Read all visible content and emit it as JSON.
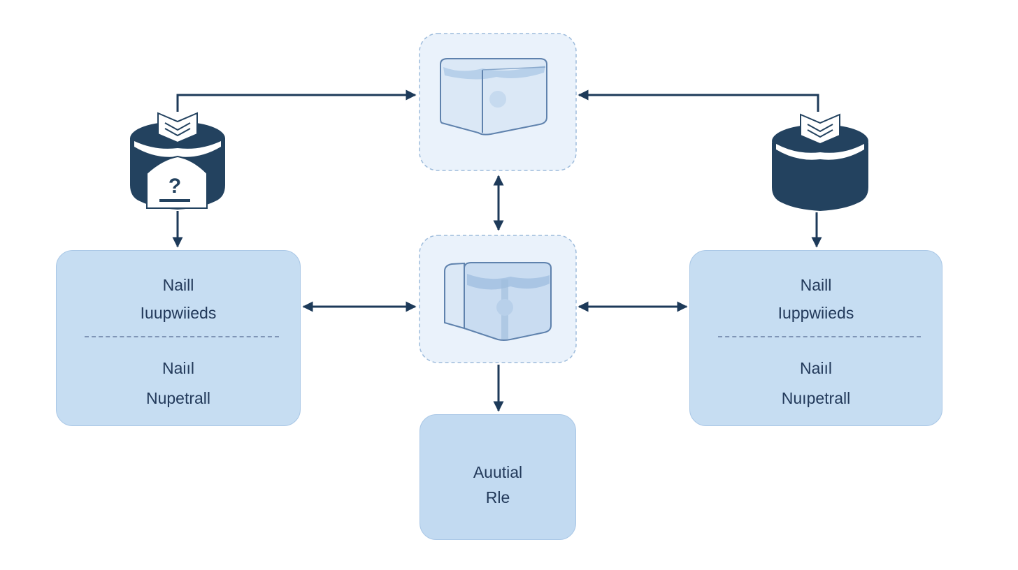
{
  "nodes": {
    "left": {
      "line1": "Naill",
      "line2": "Iuupwiieds",
      "line3": "Naiıl",
      "line4": "Nupetrall"
    },
    "right": {
      "line1": "Naill",
      "line2": "Iuppwiieds",
      "line3": "Naiıl",
      "line4": "Nuıpetrall"
    },
    "bottom": {
      "line1": "Auutial",
      "line2": "Rle"
    }
  },
  "icons": {
    "left_database": "database-with-question-document-icon",
    "right_database": "database-with-document-icon",
    "top_center": "translucent-cube-icon",
    "middle_center": "translucent-cube-icon"
  },
  "colors": {
    "box_fill": "#c6ddf2",
    "icon_dark": "#23425f",
    "arrow": "#1d3a59",
    "text": "#22395a"
  }
}
